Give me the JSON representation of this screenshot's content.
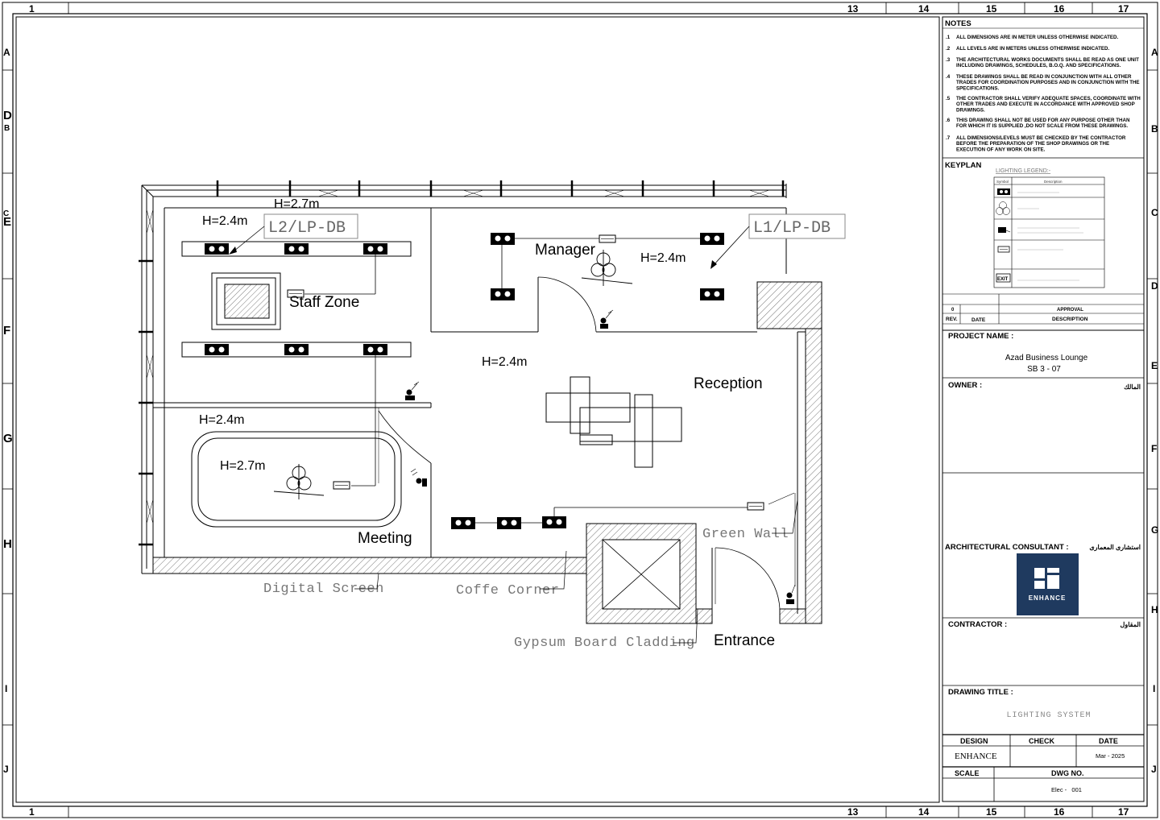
{
  "grid": {
    "top_columns": [
      "1",
      "13",
      "14",
      "15",
      "16",
      "17"
    ],
    "left_rows": [
      "A",
      "D",
      "B",
      "C",
      "E",
      "F",
      "G",
      "H",
      "I",
      "J"
    ],
    "right_rows": [
      "A",
      "B",
      "C",
      "D",
      "E",
      "F",
      "G",
      "H",
      "I",
      "J"
    ]
  },
  "plan": {
    "rooms": {
      "staff_zone": "Staff Zone",
      "manager": "Manager",
      "reception": "Reception",
      "meeting": "Meeting",
      "entrance": "Entrance"
    },
    "heights": {
      "h_top_27": "H=2.7m",
      "h_staff_24": "H=2.4m",
      "h_manager_24": "H=2.4m",
      "h_reception_24": "H=2.4m",
      "h_meeting_24": "H=2.4m",
      "h_meeting_27": "H=2.7m"
    },
    "panels": {
      "l2": "L2/LP-DB",
      "l1": "L1/LP-DB"
    },
    "callouts": {
      "digital_screen": "Digital Screen",
      "coffe_corner": "Coffe Corner",
      "green_wall": "Green Wall",
      "gypsum": "Gypsum Board Cladding"
    }
  },
  "titleblock": {
    "notes_title": "NOTES",
    "notes": [
      {
        "n": ".1",
        "text": [
          "ALL DIMENSIONS ARE IN METER UNLESS OTHERWISE INDICATED."
        ]
      },
      {
        "n": ".2",
        "text": [
          "ALL LEVELS ARE IN METERS UNLESS OTHERWISE INDICATED."
        ]
      },
      {
        "n": ".3",
        "text": [
          "THE ARCHITECTURAL WORKS DOCUMENTS SHALL BE READ AS ONE UNIT",
          "INCLUDING DRAWINGS, SCHEDULES, B.O.Q. AND SPECIFICATIONS."
        ]
      },
      {
        "n": ".4",
        "text": [
          "THESE DRAWINGS SHALL BE READ IN CONJUNCTION WITH ALL OTHER",
          "TRADES FOR COORDINATION PURPOSES AND IN CONJUNCTION WITH THE",
          "SPECIFICATIONS."
        ]
      },
      {
        "n": ".5",
        "text": [
          "THE CONTRACTOR SHALL VERIFY ADEQUATE SPACES, COORDINATE WITH",
          "OTHER TRADES AND EXECUTE IN ACCORDANCE WITH APPROVED SHOP",
          "DRAWINGS."
        ]
      },
      {
        "n": ".6",
        "text": [
          "THIS DRAWING SHALL NOT BE USED FOR ANY PURPOSE OTHER THAN",
          "FOR WHICH IT IS SUPPLIED ,DO NOT SCALE FROM THESE DRAWINGS."
        ]
      },
      {
        "n": ".7",
        "text": [
          "ALL DIMENSIONS/LEVELS MUST BE CHECKED BY THE CONTRACTOR",
          "BEFORE THE PREPARATION OF THE SHOP DRAWINGS OR THE",
          "EXECUTION OF ANY WORK ON SITE."
        ]
      }
    ],
    "keyplan": "KEYPLAN",
    "legend_title": "LIGHTING LEGEND:-",
    "legend_head_symbol": "Symbol",
    "legend_head_desc": "Description",
    "legend_exit": "EXIT",
    "rev_no": "0",
    "approval": "APPROVAL",
    "rev": "REV.",
    "date_col": "DATE",
    "description": "DESCRIPTION",
    "project_name_label": "PROJECT NAME :",
    "project_name": "Azad Business Lounge",
    "project_code": "SB 3 - 07",
    "owner_label": "OWNER :",
    "owner_ar": "المالك",
    "arch_label": "ARCHITECTURAL CONSULTANT :",
    "arch_ar": "استشارى المعمارى",
    "logo_text": "ENHANCE",
    "contractor_label": "CONTRACTOR :",
    "contractor_ar": "المقاول",
    "drawing_title_label": "DRAWING TITLE :",
    "drawing_title": "LIGHTING SYSTEM",
    "design_label": "DESIGN",
    "check_label": "CHECK",
    "date_label": "DATE",
    "design_value": "ENHANCE",
    "date_value": "Mar - 2025",
    "scale_label": "SCALE",
    "dwg_no_label": "DWG NO.",
    "dwg_no": "Elec -   001"
  }
}
